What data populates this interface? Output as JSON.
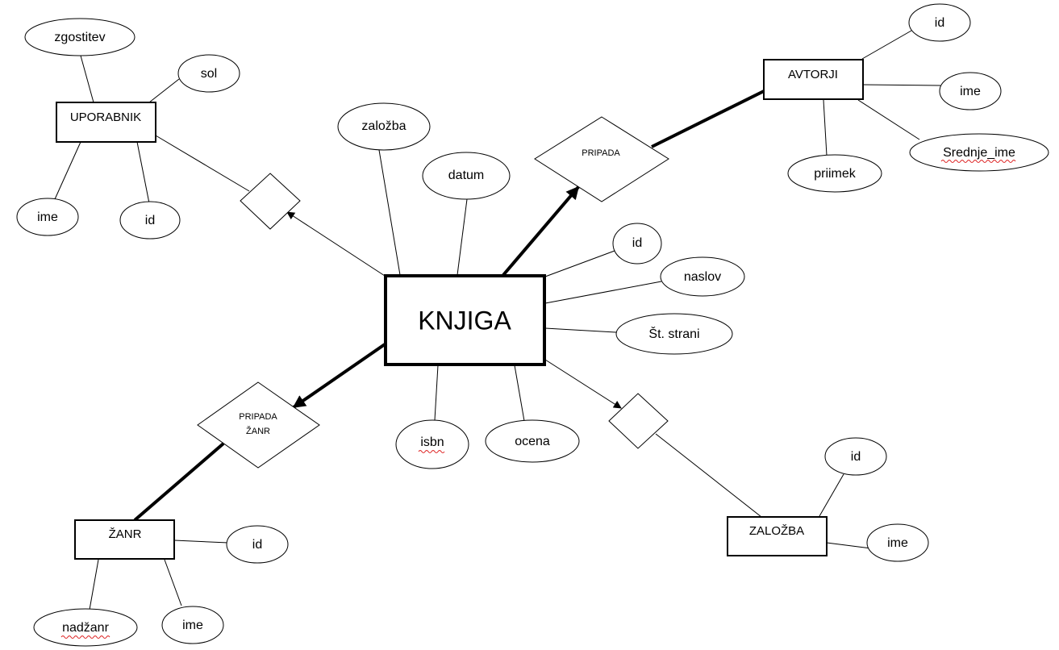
{
  "entities": {
    "knjiga": "KNJIGA",
    "uporabnik": "UPORABNIK",
    "avtorji": "AVTORJI",
    "zanr": "ŽANR",
    "zalozba": "ZALOŽBA"
  },
  "relationships": {
    "pripada": "PRIPADA",
    "pripada_zanr_line1": "PRIPADA",
    "pripada_zanr_line2": "ŽANR"
  },
  "attributes": {
    "uporabnik": {
      "zgostitev": "zgostitev",
      "sol": "sol",
      "ime": "ime",
      "id": "id"
    },
    "knjiga": {
      "zalozba": "založba",
      "datum": "datum",
      "id": "id",
      "naslov": "naslov",
      "st_strani": "Št. strani",
      "isbn": "isbn",
      "ocena": "ocena"
    },
    "avtorji": {
      "id": "id",
      "ime": "ime",
      "srednje_ime": "Srednje_ime",
      "priimek": "priimek"
    },
    "zanr": {
      "id": "id",
      "nadzanr": "nadžanr",
      "ime": "ime"
    },
    "zalozba": {
      "id": "id",
      "ime": "ime"
    }
  }
}
